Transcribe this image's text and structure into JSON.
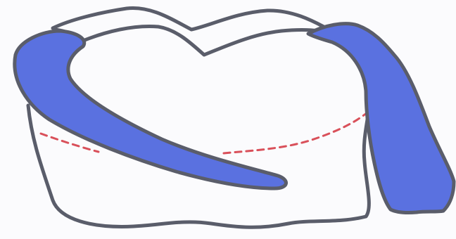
{
  "colors": {
    "outline": "#5a5d6a",
    "blue_fill": "#5a71e0",
    "dashed_line": "#d9505a",
    "background": "#fbfbfd"
  },
  "elements": {
    "tooth_outline": "tooth-outline",
    "left_band": "blue-left-band",
    "right_band": "blue-right-band",
    "margin_line": "dashed-margin-line"
  }
}
